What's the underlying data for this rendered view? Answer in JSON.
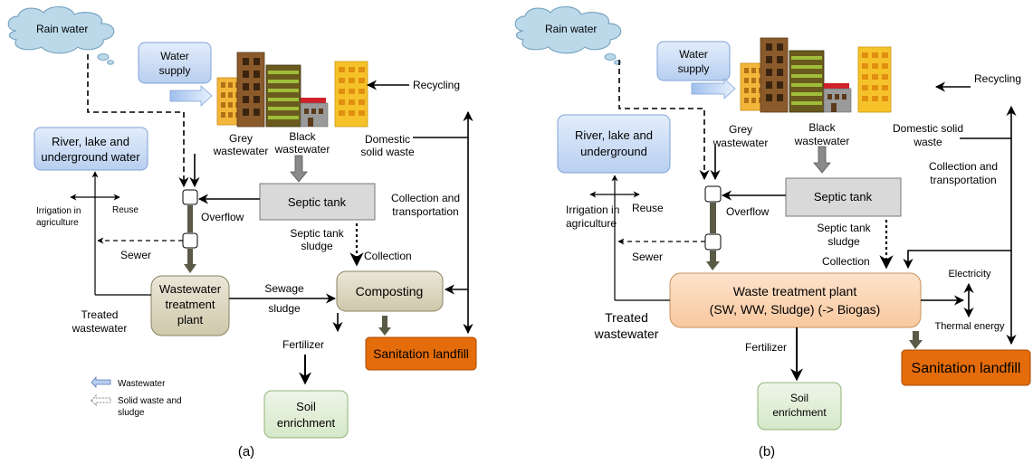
{
  "panel_a": {
    "caption": "(a)",
    "rain": "Rain water",
    "water_supply": [
      "Water",
      "supply"
    ],
    "recycling": "Recycling",
    "grey": [
      "Grey",
      "wastewater"
    ],
    "black": [
      "Black",
      "wastewater"
    ],
    "domestic": [
      "Domestic",
      "solid waste"
    ],
    "river": [
      "River, lake and",
      "underground water"
    ],
    "septic": "Septic tank",
    "collection_transport": [
      "Collection and",
      "transportation"
    ],
    "irrigation": [
      "Irrigation in",
      "agriculture"
    ],
    "reuse": "Reuse",
    "overflow": "Overflow",
    "septic_sludge": [
      "Septic tank",
      "sludge"
    ],
    "collection": "Collection",
    "sewer": "Sewer",
    "wwtp": [
      "Wastewater",
      "treatment",
      "plant"
    ],
    "sewage_sludge": [
      "Sewage",
      "sludge"
    ],
    "composting": "Composting",
    "treated": [
      "Treated",
      "wastewater"
    ],
    "fertilizer": "Fertilizer",
    "landfill": "Sanitation landfill",
    "soil": [
      "Soil",
      "enrichment"
    ],
    "legend_wastewater": "Wastewater",
    "legend_solid": [
      "Solid waste and",
      "sludge"
    ]
  },
  "panel_b": {
    "caption": "(b)",
    "rain": "Rain water",
    "water_supply": [
      "Water",
      "supply"
    ],
    "recycling": "Recycling",
    "grey": [
      "Grey",
      "wastewater"
    ],
    "black": [
      "Black",
      "wastewater"
    ],
    "domestic": [
      "Domestic solid",
      "waste"
    ],
    "river": [
      "River, lake and",
      "underground"
    ],
    "collection_transport": [
      "Collection and",
      "transportation"
    ],
    "septic": "Septic tank",
    "irrigation": [
      "Irrigation in",
      "agriculture"
    ],
    "reuse": "Reuse",
    "overflow": "Overflow",
    "septic_sludge": [
      "Septic tank",
      "sludge"
    ],
    "sewer": "Sewer",
    "collection": "Collection",
    "electricity": "Electricity",
    "wtp": [
      "Waste treatment plant",
      "(SW, WW, Sludge) (-> Biogas)"
    ],
    "thermal": "Thermal energy",
    "treated": [
      "Treated",
      "wastewater"
    ],
    "fertilizer": "Fertilizer",
    "landfill": "Sanitation landfill",
    "soil": [
      "Soil",
      "enrichment"
    ]
  },
  "colors": {
    "cloud": "#bcd9ea",
    "blue_box": "#cfe0f7",
    "grey_box": "#d9d9d9",
    "tan_box": "#ddd8c4",
    "peach_box": "#fbd5b5",
    "green_box": "#e2efd9",
    "landfill": "#e46c0a",
    "sludge_arrow": "#5a5a46"
  }
}
